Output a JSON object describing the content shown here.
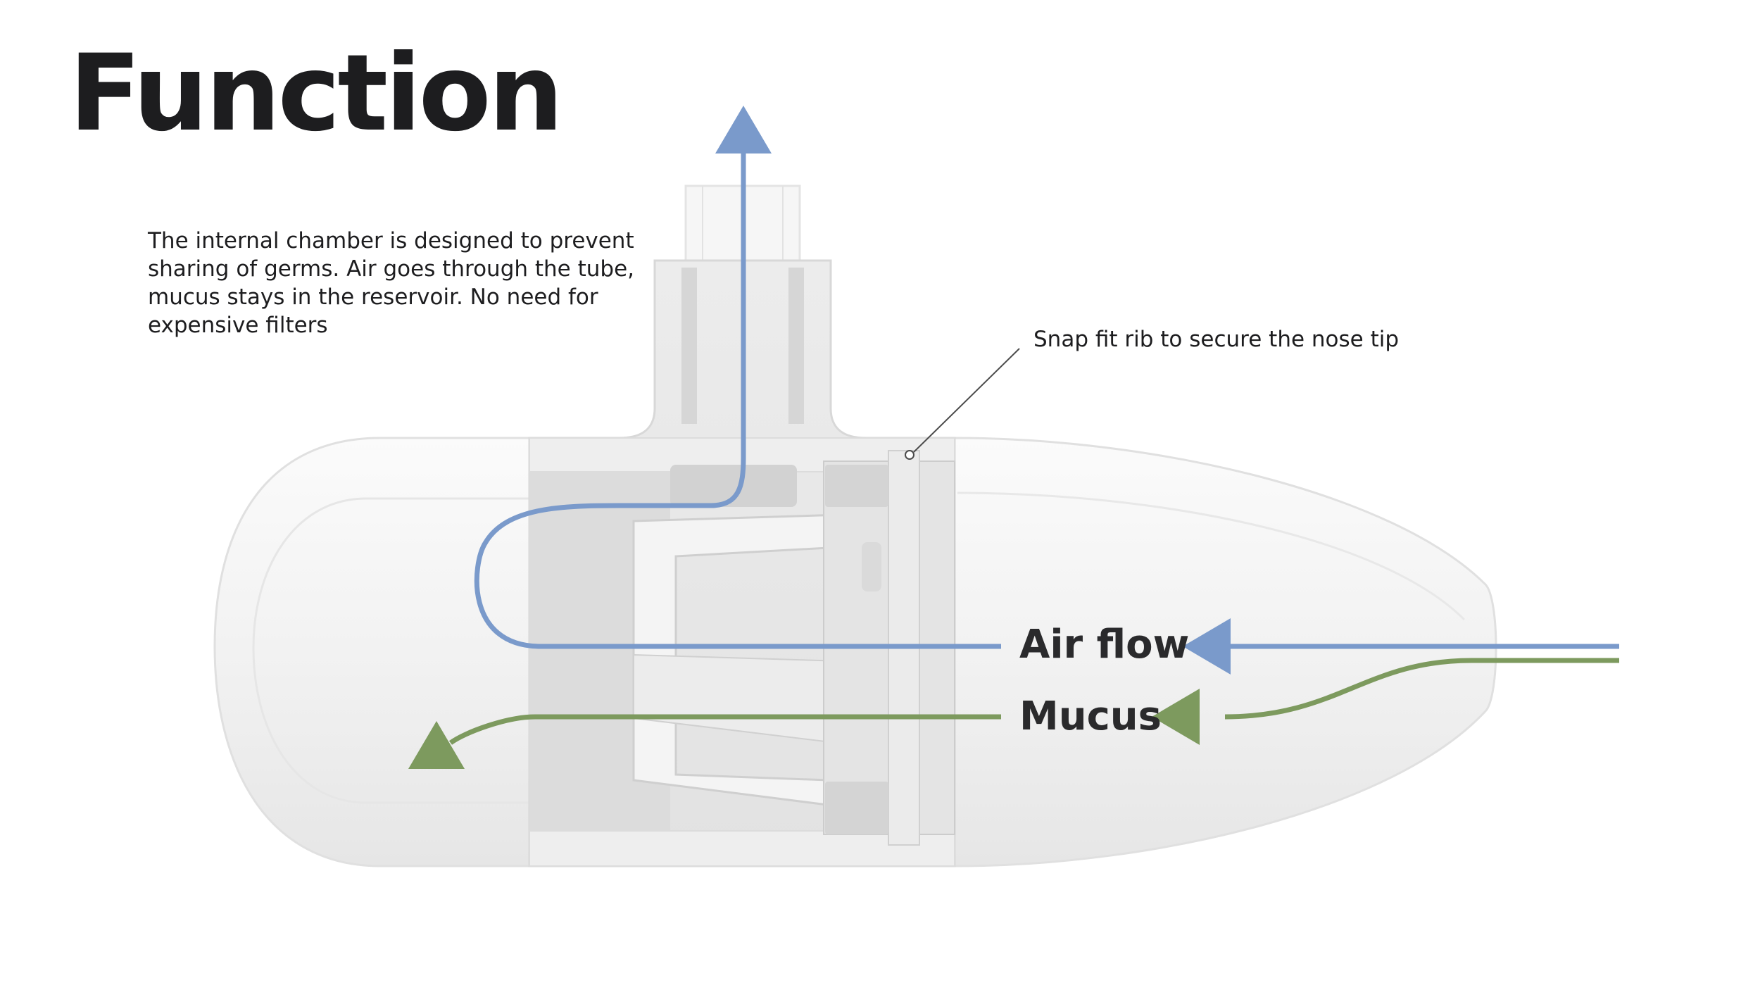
{
  "title": "Function",
  "description": "The internal chamber is designed to prevent sharing of germs. Air goes through the tube, mucus stays in the reservoir. No need for expensive filters",
  "callout": "Snap fit rib to secure the nose tip",
  "flows": {
    "airflow": {
      "label": "Air flow",
      "color": "#7a9acb"
    },
    "mucus": {
      "label": "Mucus",
      "color": "#7d9a5e"
    }
  }
}
